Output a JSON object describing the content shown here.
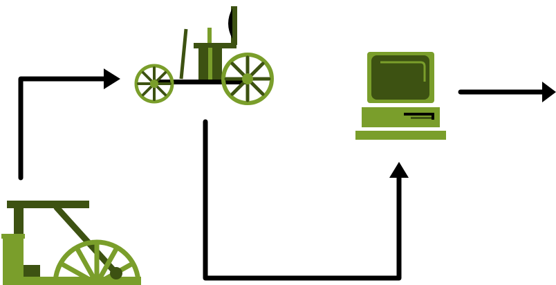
{
  "diagram": {
    "nodes": [
      {
        "id": "steam-engine",
        "icon": "steam-engine-icon"
      },
      {
        "id": "motor-car",
        "icon": "early-motor-car-icon"
      },
      {
        "id": "computer",
        "icon": "desktop-computer-icon"
      }
    ],
    "flow": [
      {
        "from": "steam-engine",
        "to": "motor-car",
        "arrow": "elbow-arrow-up-right"
      },
      {
        "from": "motor-car",
        "to": "computer",
        "arrow": "u-arrow-down-right-up"
      },
      {
        "from": "computer",
        "to": "offscreen",
        "arrow": "straight-arrow-right"
      }
    ]
  },
  "colors": {
    "background": "#ffffff",
    "light_green": "#7a9e2b",
    "dark_green": "#3d5212",
    "arrow": "#000000"
  }
}
